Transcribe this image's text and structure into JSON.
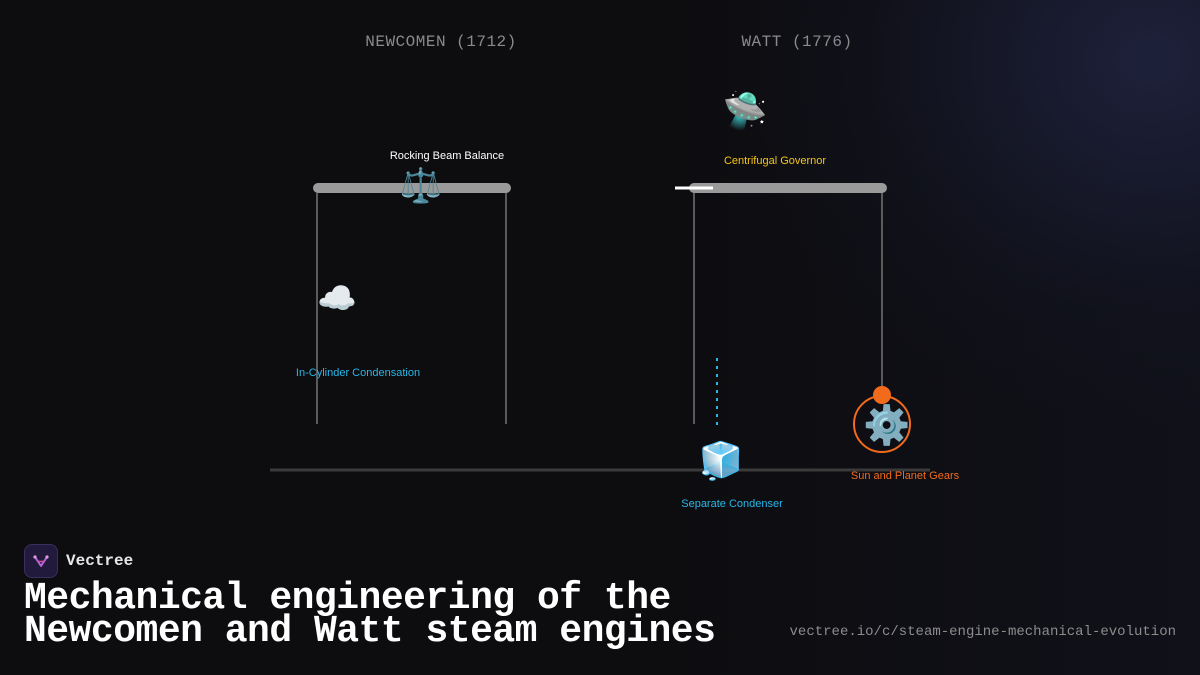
{
  "columns": {
    "newcomen": "NEWCOMEN (1712)",
    "watt": "WATT (1776)"
  },
  "components": {
    "rocking_beam": {
      "label": "Rocking Beam Balance",
      "icon": "balance-scale-icon",
      "glyph": "⚖️",
      "color": "#ffffff"
    },
    "in_cylinder": {
      "label": "In-Cylinder Condensation",
      "icon": "cloud-icon",
      "glyph": "☁️",
      "color": "#29b6e8"
    },
    "governor": {
      "label": "Centrifugal Governor",
      "icon": "flying-saucer-icon",
      "glyph": "🛸",
      "color": "#f5c518"
    },
    "condenser": {
      "label": "Separate Condenser",
      "icon": "ice-cube-icon",
      "glyph": "🧊",
      "color": "#29b6e8"
    },
    "gears": {
      "label": "Sun and Planet Gears",
      "icon": "gear-icon",
      "glyph": "⚙️",
      "color": "#f26b1d"
    }
  },
  "brand": {
    "name": "Vectree",
    "logo_icon": "vectree-logo-icon"
  },
  "title": {
    "line1": "Mechanical engineering of the",
    "line2": "Newcomen and Watt steam engines"
  },
  "url": "vectree.io/c/steam-engine-mechanical-evolution"
}
